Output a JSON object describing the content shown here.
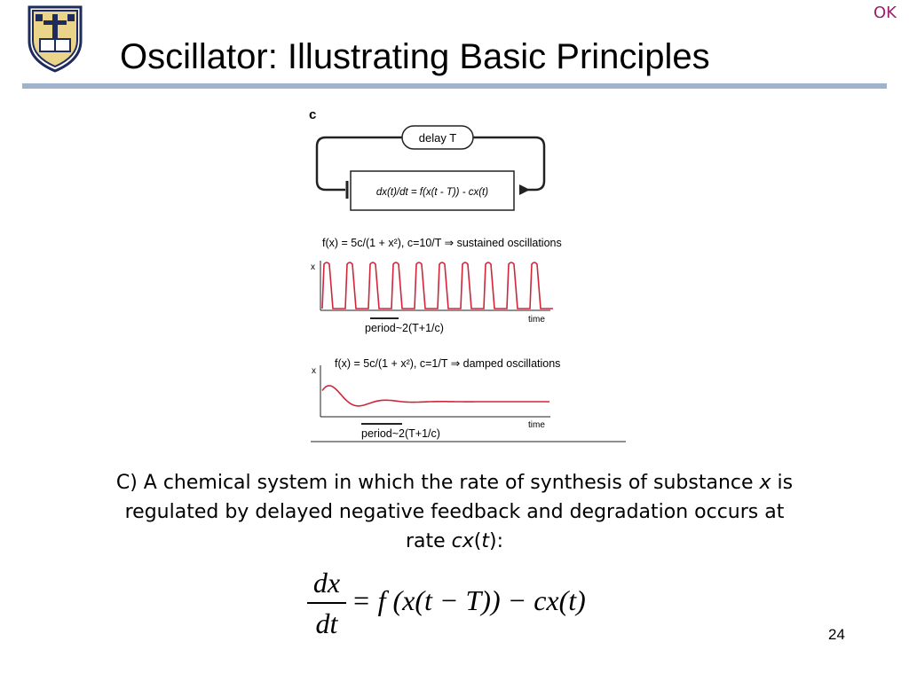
{
  "slide": {
    "title": "Oscillator: Illustrating Basic Principles",
    "corner_label": "OK",
    "page_number": "24"
  },
  "figure": {
    "panel_letter": "c",
    "delay_label": "delay T",
    "diagram_equation": "dx(t)/dt = f(x(t - T)) - cx(t)",
    "panel_top": {
      "equation": "f(x) = 5c/(1 + x²),  c=10/T  ⇒ sustained oscillations",
      "y_label": "x",
      "x_label": "time",
      "period_label": "period~2(T+1/c)"
    },
    "panel_bottom": {
      "equation": "f(x) = 5c/(1 + x²),  c=1/T  ⇒ damped oscillations",
      "y_label": "x",
      "x_label": "time",
      "period_label": "period~2(T+1/c)"
    },
    "trace_color": "#d0263a"
  },
  "caption": {
    "part1": "C) A chemical system in which the rate of synthesis of substance ",
    "var1": "x",
    "part2": " is regulated by delayed negative feedback and degradation occurs at rate ",
    "var2": "cx",
    "part3": "(",
    "var3": "t",
    "part4": "):"
  },
  "equation": {
    "numerator": "dx",
    "denominator": "dt",
    "rhs": "= f (x(t − T)) − cx(t)"
  }
}
